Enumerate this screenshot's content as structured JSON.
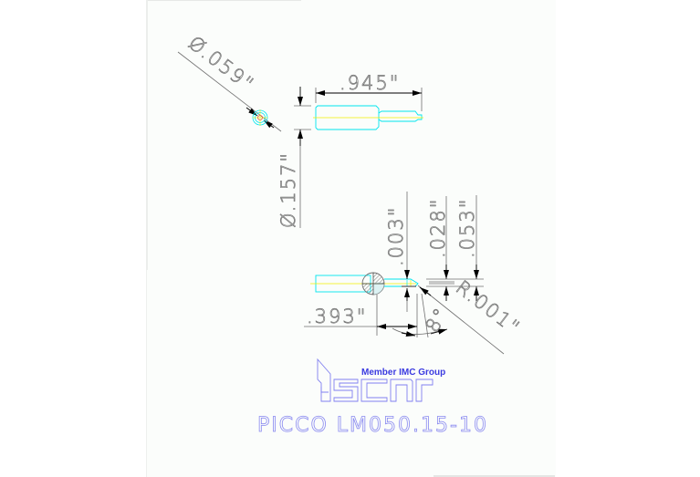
{
  "drawing": {
    "title": "PICCO LM050.15-10",
    "colors": {
      "outline": "#00e5ee",
      "centerline": "#f0f000",
      "dimension": "#707070",
      "arrow": "#000000",
      "hatch": "#808080",
      "logo": "#8080f0",
      "logo_tag": "#3a3ae0"
    },
    "dimensions": {
      "end_diameter": "Ø.059\"",
      "overall_length": ".945\"",
      "shank_diameter": "Ø.157\"",
      "offset_003": ".003\"",
      "offset_028": ".028\"",
      "offset_053": ".053\"",
      "length_393": ".393\"",
      "angle": "8°",
      "radius": "R.001\""
    },
    "views": [
      {
        "name": "end-view"
      },
      {
        "name": "side-view"
      },
      {
        "name": "detail-view"
      }
    ]
  },
  "logo": {
    "brand": "iscar",
    "tagline": "Member IMC Group"
  }
}
